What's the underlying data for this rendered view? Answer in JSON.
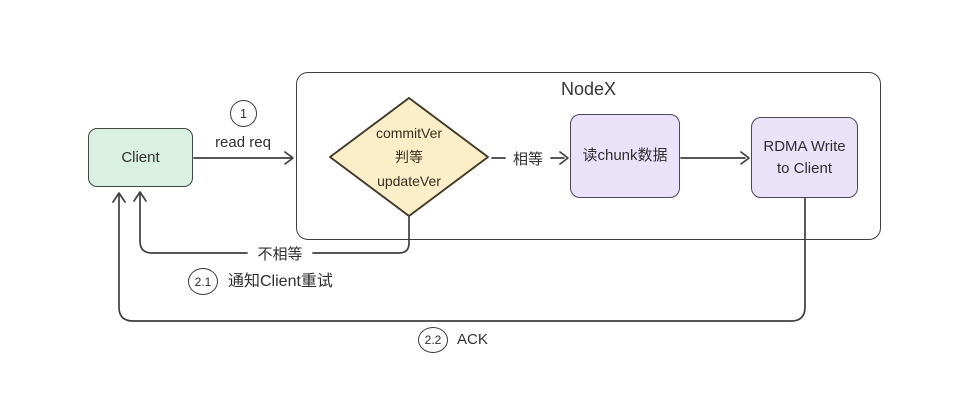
{
  "diagram": {
    "colors": {
      "line": "#3f3f3f",
      "client_fill": "#d9f0e3",
      "decision_fill": "#fbeec8",
      "decision_border": "#403a28",
      "process_fill": "#e9e2f8"
    },
    "nodes": {
      "client": {
        "label": "Client"
      },
      "nodex": {
        "title": "NodeX"
      },
      "decision": {
        "line1": "commitVer",
        "line2": "判等",
        "line3": "updateVer"
      },
      "read_chunk": {
        "label": "读chunk数据"
      },
      "rdma": {
        "line1": "RDMA Write",
        "line2": "to Client"
      }
    },
    "edges": {
      "read_req": {
        "badge": "1",
        "label": "read req"
      },
      "equal": {
        "label": "相等"
      },
      "not_equal": {
        "label": "不相等"
      },
      "retry": {
        "badge": "2.1",
        "label": "通知Client重试"
      },
      "ack": {
        "badge": "2.2",
        "label": "ACK"
      }
    }
  }
}
